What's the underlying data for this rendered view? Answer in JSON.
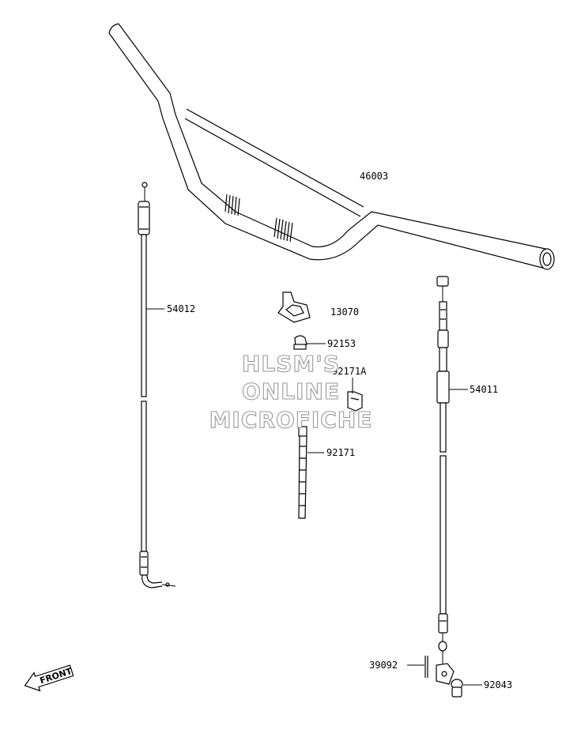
{
  "watermark": {
    "line1": "HLSM'S",
    "line2": "ONLINE",
    "line3": "MICROFICHE"
  },
  "front_arrow": {
    "label": "FRONT"
  },
  "parts": {
    "handlebar": {
      "number": "46003"
    },
    "throttle_cable": {
      "number": "54012"
    },
    "bar_pad": {
      "number": "13070"
    },
    "clamp": {
      "number": "92153"
    },
    "clamp_a": {
      "number": "92171A"
    },
    "clutch_cable": {
      "number": "54011"
    },
    "cable_tie": {
      "number": "92171"
    },
    "pin": {
      "number": "39092"
    },
    "bolt": {
      "number": "92043"
    }
  }
}
